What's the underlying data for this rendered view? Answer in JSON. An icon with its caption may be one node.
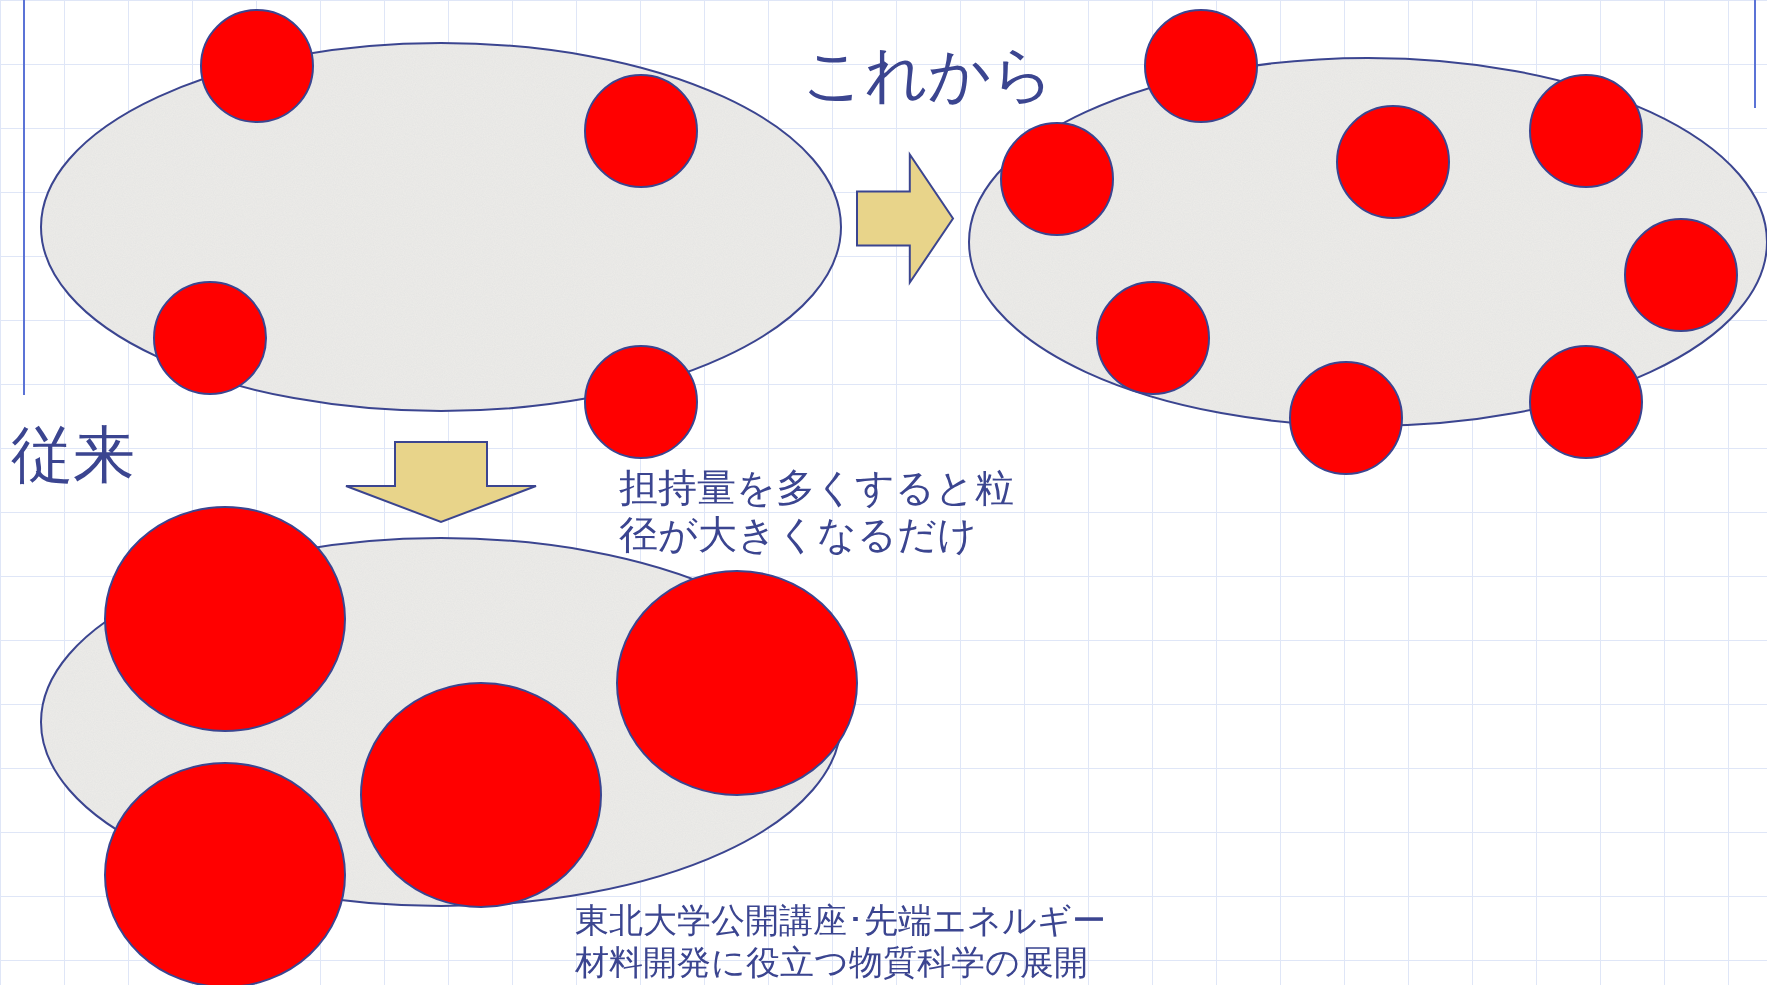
{
  "diagram": {
    "nodes": [
      {
        "text": [],
        "shape": "ellipse",
        "beside": [
          "従来"
        ]
      },
      {
        "text": [],
        "shape": "ellipse",
        "beside": [
          "これから"
        ]
      },
      {
        "text": [],
        "shape": "ellipse",
        "beside": [
          "担持量を多くすると粒径が大きくなるだけ"
        ]
      }
    ],
    "edges": [
      {
        "from": 0,
        "to": 1,
        "arrow": "to"
      },
      {
        "from": 0,
        "to": 2,
        "arrow": "to"
      }
    ],
    "labels": [
      "東北大学公開講座･先端エネルギー",
      "材料開発に役立つ物質科学の展開"
    ]
  }
}
